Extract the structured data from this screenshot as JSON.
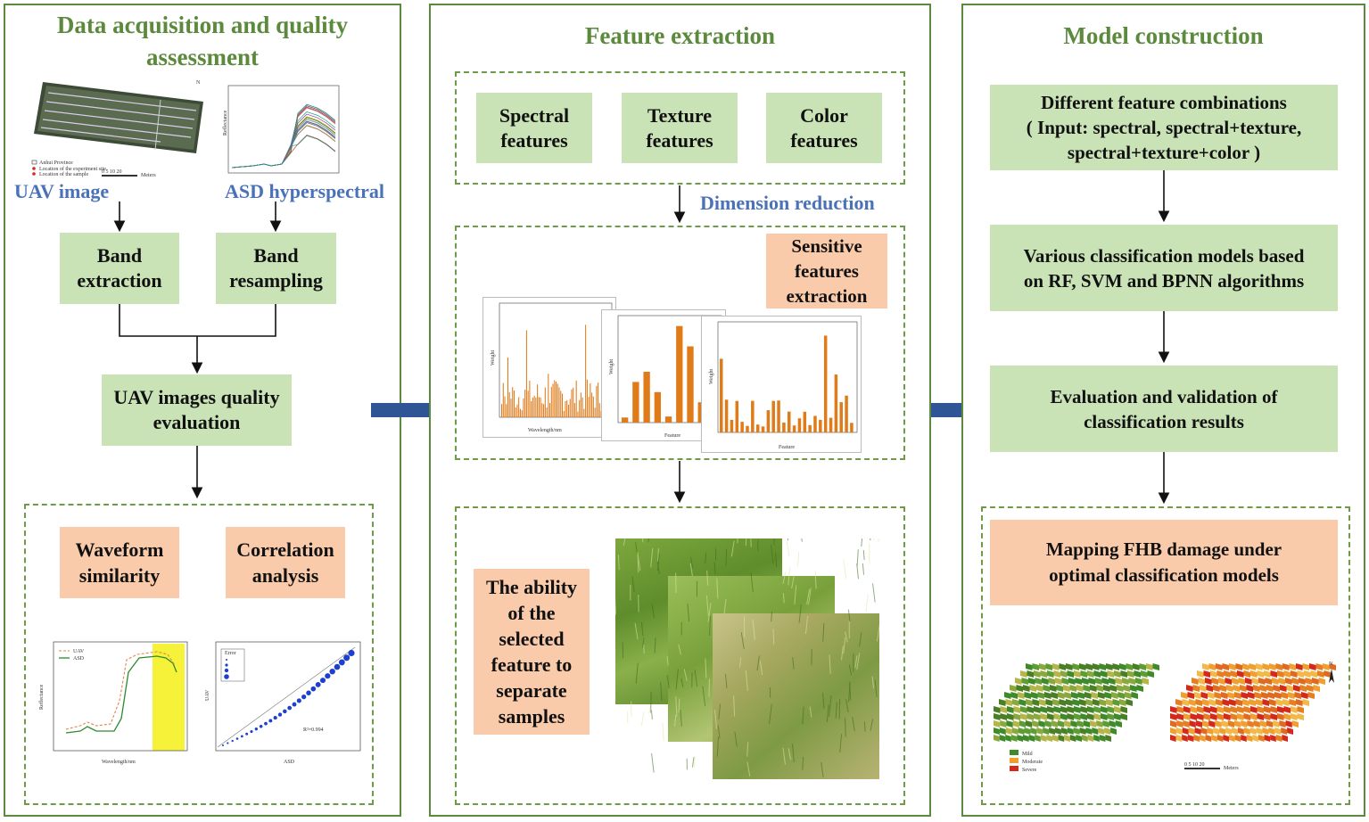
{
  "panels": {
    "data": {
      "title": "Data acquisition and quality\nassessment",
      "uav_label": "UAV image",
      "asd_label": "ASD hyperspectral",
      "band_extraction": "Band\nextraction",
      "band_resampling": "Band\nresampling",
      "quality_eval": "UAV images quality\nevaluation",
      "waveform": "Waveform\nsimilarity",
      "correlation": "Correlation\nanalysis",
      "map_legend": [
        "Anhui Province",
        "Location of the experiment site",
        "Location of the sample"
      ],
      "map_scale": "0  5  10     20",
      "map_scale_unit": "Meters",
      "north": "N",
      "spectra_ylabel": "Reflectance",
      "compare_legend": [
        "UAV",
        "ASD"
      ],
      "compare_xlabel": "Wavelength/nm",
      "compare_ylabel": "Reflectance",
      "scatter_xlabel": "ASD",
      "scatter_ylabel": "UAV",
      "scatter_legend_title": "Error",
      "scatter_r2": "R²=0.994"
    },
    "feature": {
      "title": "Feature extraction",
      "spectral": "Spectral\nfeatures",
      "texture": "Texture\nfeatures",
      "color": "Color\nfeatures",
      "dimension_reduction": "Dimension reduction",
      "sensitive": "Sensitive\nfeatures\nextraction",
      "ability": "The ability\nof the\nselected\nfeature to\nseparate\nsamples",
      "chart1_xlabel": "Wavelength/nm",
      "chart_ylabel": "Weight",
      "chart_xlabel": "Feature"
    },
    "model": {
      "title": "Model construction",
      "combinations": "Different feature combinations\n( Input: spectral, spectral+texture,\nspectral+texture+color )",
      "models": "Various classification models based\non RF, SVM and BPNN algorithms",
      "evaluation": "Evaluation and validation of\nclassification results",
      "mapping": "Mapping FHB damage under\noptimal classification models",
      "legend": [
        "Mild",
        "Moderate",
        "Severe"
      ],
      "scale": "0  5  10     20",
      "scale_unit": "Meters",
      "north": "N"
    }
  },
  "colors": {
    "panel_border": "#5b8a3c",
    "green_box": "#c9e3b6",
    "orange_box": "#f9cbab",
    "blue_text": "#4a72b8",
    "arrow": "#2f5597",
    "bar": "#e07b1a"
  }
}
